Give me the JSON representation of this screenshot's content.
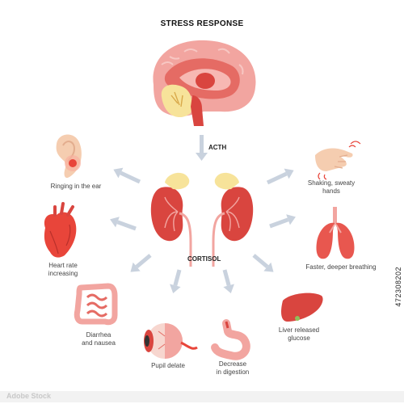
{
  "title": "STRESS RESPONSE",
  "hormones": {
    "acth": "ACTH",
    "cortisol": "CORTISOL"
  },
  "effects": {
    "ear": "Ringing in the ear",
    "hands": "Shaking, sweaty\nhands",
    "heart": "Heart rate\nincreasing",
    "lungs": "Faster, deeper breathing",
    "intestine": "Diarrhea\nand nausea",
    "liver": "Liver released\nglucose",
    "eye": "Pupil delate",
    "stomach": "Decrease\nin digestion"
  },
  "stock_id": "472308202",
  "watermark_text": "Adobe Stock",
  "colors": {
    "organ_red": "#d9453f",
    "organ_pink": "#f2a5a0",
    "gland_yellow": "#f7e39a",
    "arrow_gray": "#c9d2de",
    "skin": "#f5cdb0"
  }
}
